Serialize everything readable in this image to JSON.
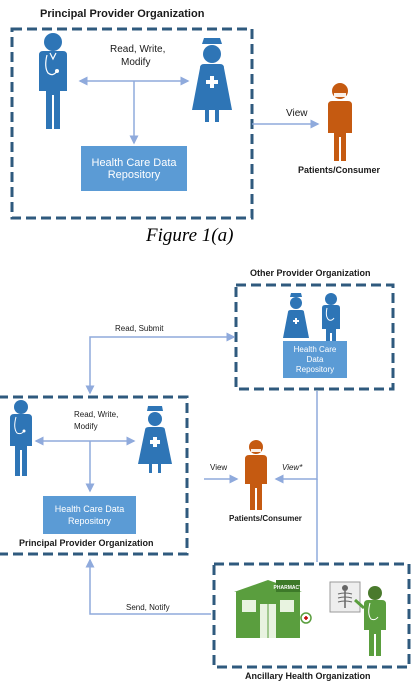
{
  "figure_a": {
    "org_title": "Principal Provider Organization",
    "access_label_lines": [
      "Read, Write,",
      "Modify"
    ],
    "repo_lines": [
      "Health Care Data",
      "Repository"
    ],
    "view_label": "View",
    "patient_label": "Patients/Consumer",
    "caption": "Figure 1(a)"
  },
  "figure_b": {
    "other_org_title": "Other Provider Organization",
    "other_repo_lines": [
      "Health Care",
      "Data",
      "Repository"
    ],
    "read_submit_label": "Read, Submit",
    "access_label_lines": [
      "Read, Write,",
      "Modify"
    ],
    "repo_lines": [
      "Health Care Data",
      "Repository"
    ],
    "principal_org_title": "Principal Provider Organization",
    "view_label": "View",
    "view_star_label": "View*",
    "patient_label": "Patients/Consumer",
    "send_notify_label": "Send, Notify",
    "pharmacy_sign": "PHARMACY",
    "ancillary_org_title": "Ancillary Health Organization"
  },
  "colors": {
    "border": "#2f5a7e",
    "clinician": "#2e75b6",
    "repository": "#5b9bd5",
    "patient": "#c55a11",
    "arrow": "#8faadc",
    "pharmacy": "#5a9e3e"
  },
  "icons": [
    "doctor-icon",
    "nurse-icon",
    "patient-icon",
    "pharmacy-icon",
    "xray-icon",
    "radiologist-icon"
  ]
}
